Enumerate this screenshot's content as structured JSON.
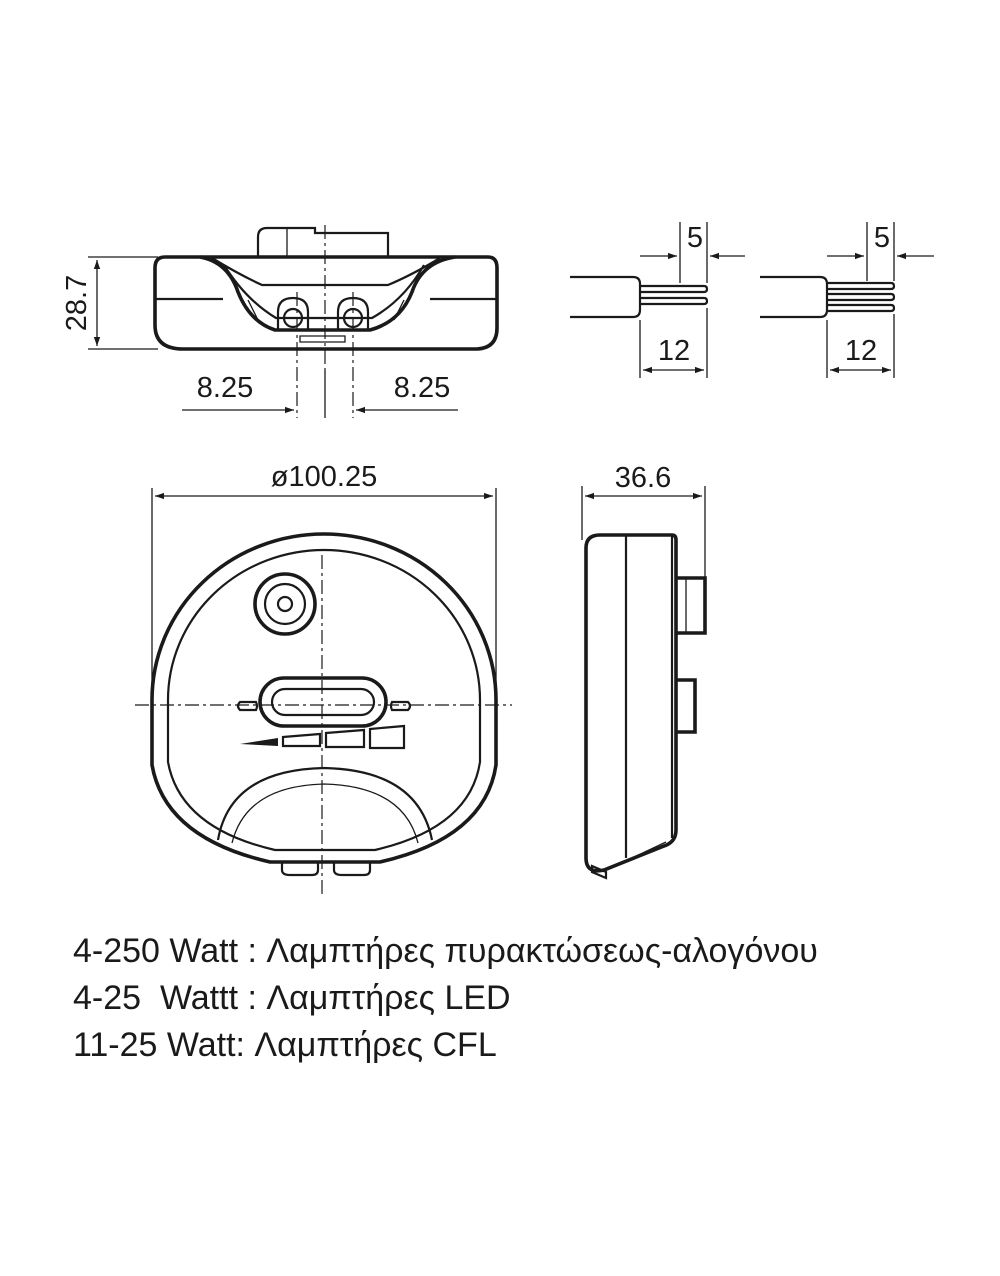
{
  "dimensions": {
    "height_front": "28.7",
    "pin_left": "8.25",
    "pin_right": "8.25",
    "strip_a": "5",
    "length_a": "12",
    "strip_b": "5",
    "length_b": "12",
    "diameter": "ø100.25",
    "depth": "36.6"
  },
  "notes": [
    "4-250 Watt : Λαμπτήρες πυρακτώσεως-αλογόνου",
    "4-25  Wattt : Λαμπτήρες LED",
    "11-25 Watt: Λαμπτήρες CFL"
  ]
}
